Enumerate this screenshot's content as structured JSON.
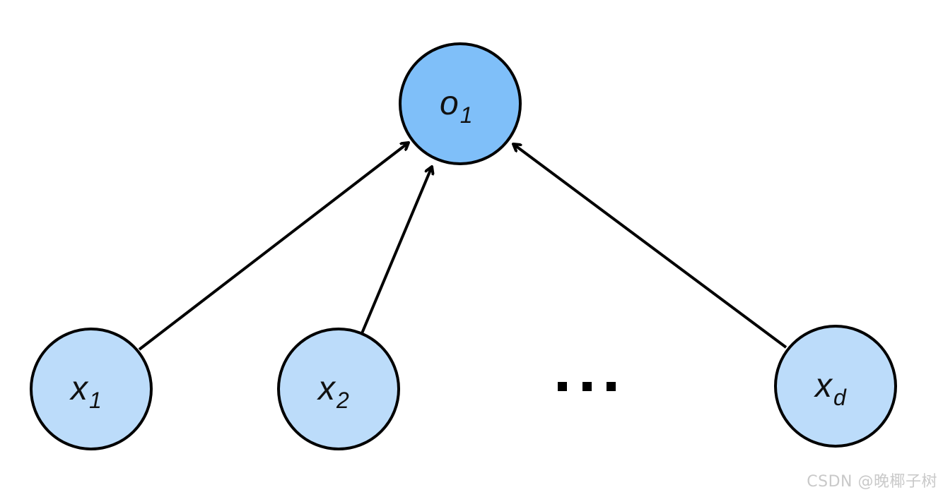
{
  "diagram": {
    "output_node": {
      "symbol": "o",
      "subscript": "1",
      "fill_color": "#7fbff9"
    },
    "input_nodes": [
      {
        "symbol": "x",
        "subscript": "1"
      },
      {
        "symbol": "x",
        "subscript": "2"
      },
      {
        "symbol": "x",
        "subscript": "d"
      }
    ],
    "input_fill_color": "#bcdcfa",
    "stroke_color": "#000000",
    "ellipsis": "···"
  },
  "watermark": "CSDN @晚椰子树"
}
